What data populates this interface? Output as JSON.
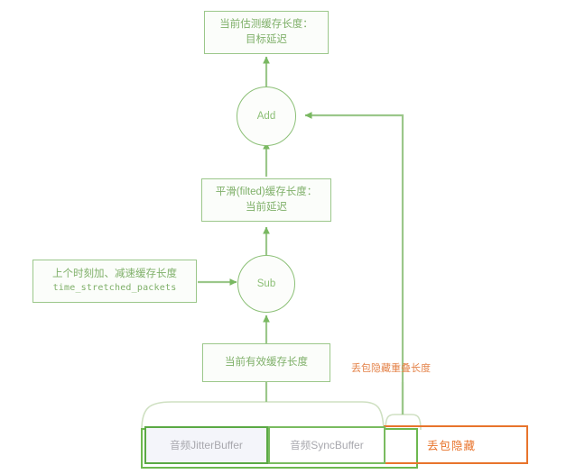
{
  "diagram": {
    "title_nodes": {
      "target_delay": {
        "line1": "当前估测缓存长度：",
        "line2": "目标延迟"
      },
      "filtered": {
        "line1": "平滑(filted)缓存长度：",
        "line2": "当前延迟"
      },
      "time_stretched": {
        "line1": "上个时刻加、减速缓存长度",
        "line2": "time_stretched_packets"
      },
      "current_effective": {
        "line1": "当前有效缓存长度"
      }
    },
    "operators": {
      "add": "Add",
      "sub": "Sub"
    },
    "labels": {
      "plc_overlap": "丢包隐藏重叠长度"
    },
    "buffers": [
      {
        "cn": "音频",
        "en": "JitterBuffer"
      },
      {
        "cn": "音频",
        "en": "SyncBuffer"
      }
    ],
    "plc_box": {
      "label": "丢包隐藏"
    },
    "colors": {
      "green_line": "#9bc78a",
      "green_node_text": "#7fb069",
      "green_strong": "#6db84f",
      "jitter_border": "#5aa944",
      "orange": "#e8742c",
      "orange_label": "#e4834a",
      "buffer_text": "#a8a8ae"
    }
  }
}
